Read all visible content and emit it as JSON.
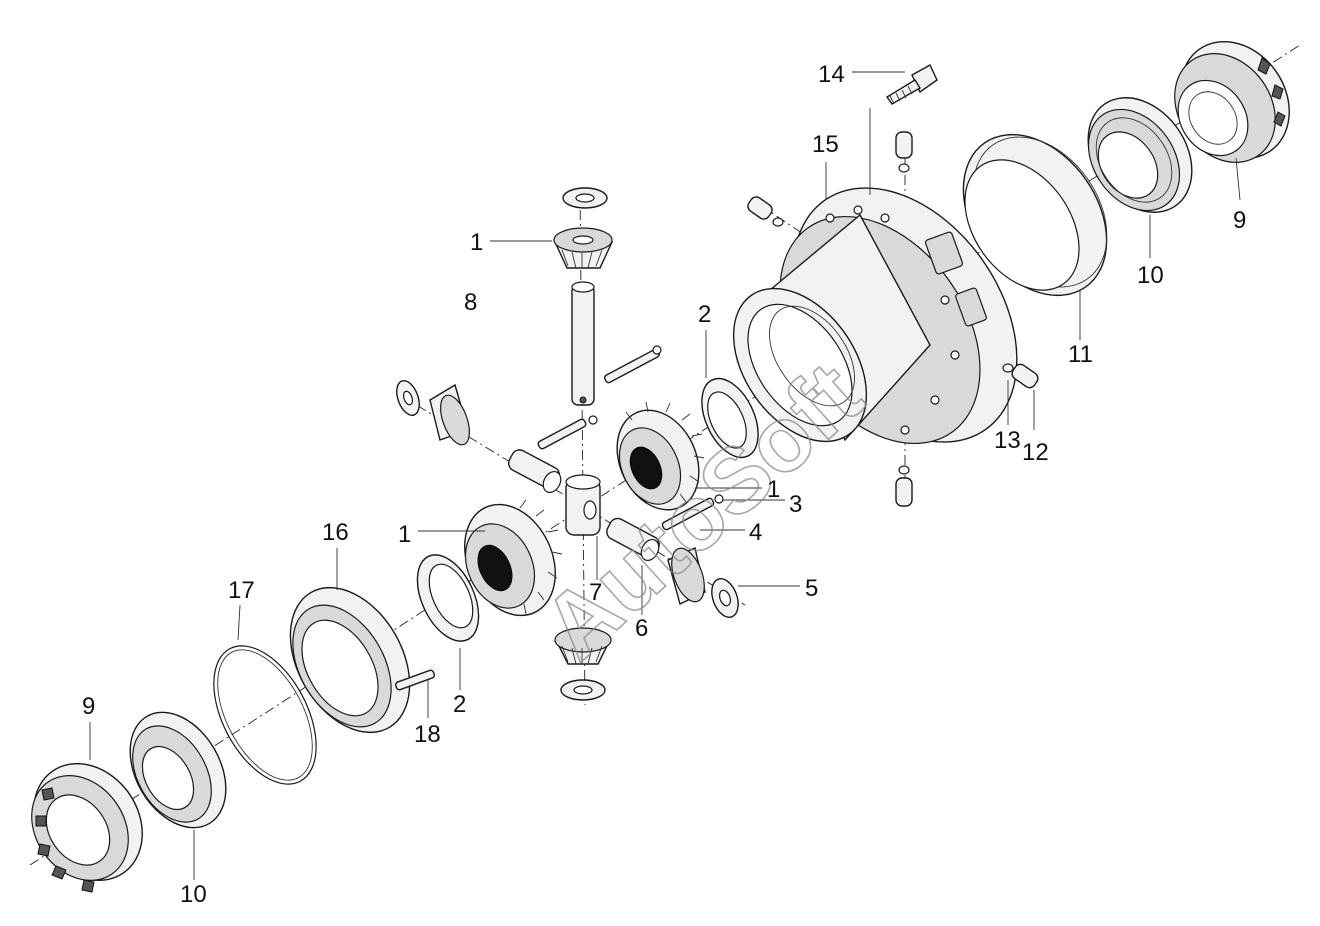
{
  "watermark": "AutoSoft",
  "callouts": [
    {
      "id": "c14",
      "text": "14"
    },
    {
      "id": "c15",
      "text": "15"
    },
    {
      "id": "c9a",
      "text": "9"
    },
    {
      "id": "c10a",
      "text": "10"
    },
    {
      "id": "c11",
      "text": "11"
    },
    {
      "id": "c13",
      "text": "13"
    },
    {
      "id": "c12",
      "text": "12"
    },
    {
      "id": "c1a",
      "text": "1"
    },
    {
      "id": "c8",
      "text": "8"
    },
    {
      "id": "c2a",
      "text": "2"
    },
    {
      "id": "c1b",
      "text": "1"
    },
    {
      "id": "c3",
      "text": "3"
    },
    {
      "id": "c4",
      "text": "4"
    },
    {
      "id": "c5",
      "text": "5"
    },
    {
      "id": "c6",
      "text": "6"
    },
    {
      "id": "c7",
      "text": "7"
    },
    {
      "id": "c1c",
      "text": "1"
    },
    {
      "id": "c16",
      "text": "16"
    },
    {
      "id": "c17",
      "text": "17"
    },
    {
      "id": "c2b",
      "text": "2"
    },
    {
      "id": "c18",
      "text": "18"
    },
    {
      "id": "c9b",
      "text": "9"
    },
    {
      "id": "c10b",
      "text": "10"
    }
  ]
}
